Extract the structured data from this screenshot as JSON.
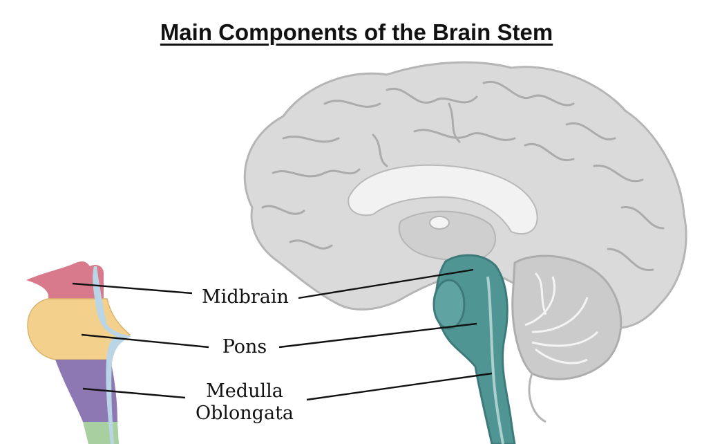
{
  "title": "Main Components of the Brain Stem",
  "labels": {
    "midbrain": "Midbrain",
    "pons": "Pons",
    "medulla_line1": "Medulla",
    "medulla_line2": "Oblongata"
  },
  "colors": {
    "midbrain": "#d97a8c",
    "pons": "#f3d18c",
    "medulla": "#8e78b4",
    "spinal": "#a7cf9f",
    "ventricle": "#b9d5e6",
    "brainstem": "#4f9594",
    "cortex": "#d9d9d9",
    "cortex_dark": "#c4c4c4"
  }
}
